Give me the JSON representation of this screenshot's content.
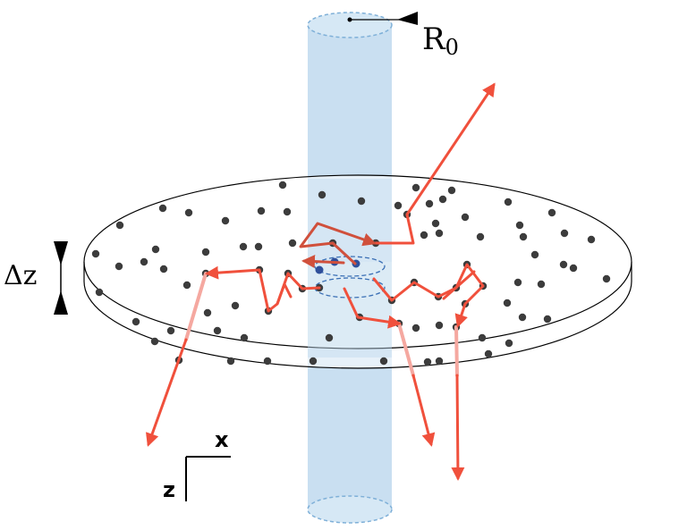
{
  "labels": {
    "radius": "R",
    "radius_subscript": "0",
    "thickness": "Δz",
    "axis_horizontal": "x",
    "axis_vertical": "z"
  },
  "colors": {
    "beam_fill": "#bfd9ee",
    "beam_edge": "#7fb0d8",
    "particle": "#3c3c3c",
    "particle_in_beam": "#2f4f9a",
    "path_arrow": "#f0503c",
    "path_arrow_faded": "#f5a8a0",
    "outline": "#000000"
  }
}
